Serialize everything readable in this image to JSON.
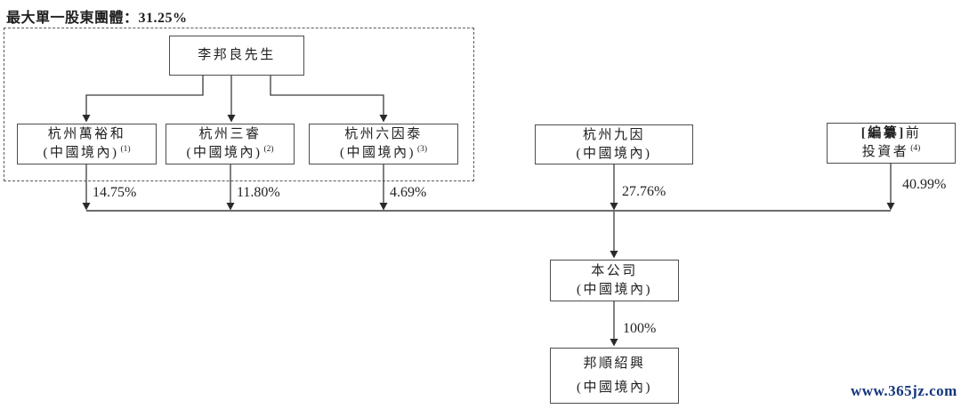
{
  "title": "最大單一股東團體：31.25%",
  "nodes": {
    "founder": {
      "name": "李邦良先生"
    },
    "wanyuhe": {
      "name": "杭州萬裕和",
      "region": "(中國境內)",
      "note": "(1)"
    },
    "sanrui": {
      "name": "杭州三睿",
      "region": "(中國境內)",
      "note": "(2)"
    },
    "liuyintai": {
      "name": "杭州六因泰",
      "region": "(中國境內)",
      "note": "(3)"
    },
    "jiuyin": {
      "name": "杭州九因",
      "region": "(中國境內)"
    },
    "investors": {
      "name_bold": "[編纂]",
      "name_rest": "前",
      "line2": "投資者",
      "note": "(4)"
    },
    "company": {
      "name": "本公司",
      "region": "(中國境內)"
    },
    "bangshun": {
      "name": "邦順紹興",
      "region": "(中國境內)"
    }
  },
  "ownership": {
    "wanyuhe": "14.75%",
    "sanrui": "11.80%",
    "liuyintai": "4.69%",
    "jiuyin": "27.76%",
    "investors": "40.99%",
    "bangshun": "100%"
  },
  "watermark": "www.365jz.com",
  "colors": {
    "line": "#3c3c3c",
    "box_border": "#4d4d4d",
    "text": "#1f1f1f",
    "watermark": "#15357d"
  }
}
